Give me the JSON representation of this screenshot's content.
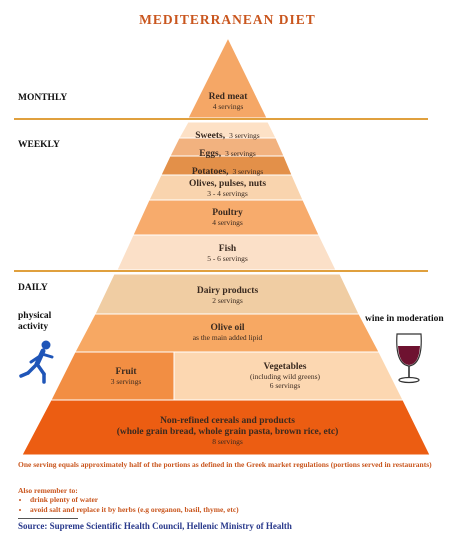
{
  "title": "MEDITERRANEAN DIET",
  "periods": {
    "monthly": "MONTHLY",
    "weekly": "WEEKLY",
    "daily": "DAILY"
  },
  "levels": {
    "red_meat": {
      "name": "Red meat",
      "servings": "4 servings",
      "color": "#f5a766"
    },
    "sweets": {
      "name": "Sweets,",
      "servings": "3 servings",
      "color": "#fde1c6"
    },
    "eggs": {
      "name": "Eggs,",
      "servings": "3 servings",
      "color": "#f2b27f"
    },
    "potatoes": {
      "name": "Potatoes,",
      "servings": "3 servings",
      "color": "#e39049"
    },
    "olives": {
      "name": "Olives, pulses, nuts",
      "servings": "3 - 4 servings",
      "color": "#f9d4ae"
    },
    "poultry": {
      "name": "Poultry",
      "servings": "4 servings",
      "color": "#f7ab6c"
    },
    "fish": {
      "name": "Fish",
      "servings": "5 - 6 servings",
      "color": "#fbe0c8"
    },
    "dairy": {
      "name": "Dairy products",
      "servings": "2 servings",
      "color": "#f0cda3"
    },
    "olive_oil": {
      "name": "Olive oil",
      "servings": "as the main added lipid",
      "color": "#f7a863"
    },
    "fruit": {
      "name": "Fruit",
      "servings": "3 servings",
      "color": "#f28e43"
    },
    "vegetables": {
      "name": "Vegetables",
      "detail": "(including wild greens)",
      "servings": "6 servings",
      "color": "#fcd7b1"
    },
    "cereals": {
      "name": "Non-refined cereals and products",
      "detail": "(whole grain bread, whole grain pasta, brown rice, etc)",
      "servings": "8 servings",
      "color": "#ec5d12"
    }
  },
  "side": {
    "activity": "physical activity",
    "wine": "wine in moderation"
  },
  "icons": {
    "activity": "person-walking-icon",
    "wine": "wine-glass-icon"
  },
  "colors": {
    "accent": "#c9561e",
    "divider": "#e0a03e",
    "walker": "#1f55b8",
    "wine": "#6e1230",
    "source": "#2a3a8c"
  },
  "notes": {
    "serving": "One serving equals approximately half of the portions as defined in the Greek market regulations (portions served in restaurants)",
    "also": "Also remember to:",
    "items": [
      "drink plenty of water",
      "avoid salt and replace it by herbs (e.g oreganon, basil, thyme, etc)"
    ]
  },
  "source": "Source: Supreme Scientific Health Council, Hellenic Ministry of Health"
}
